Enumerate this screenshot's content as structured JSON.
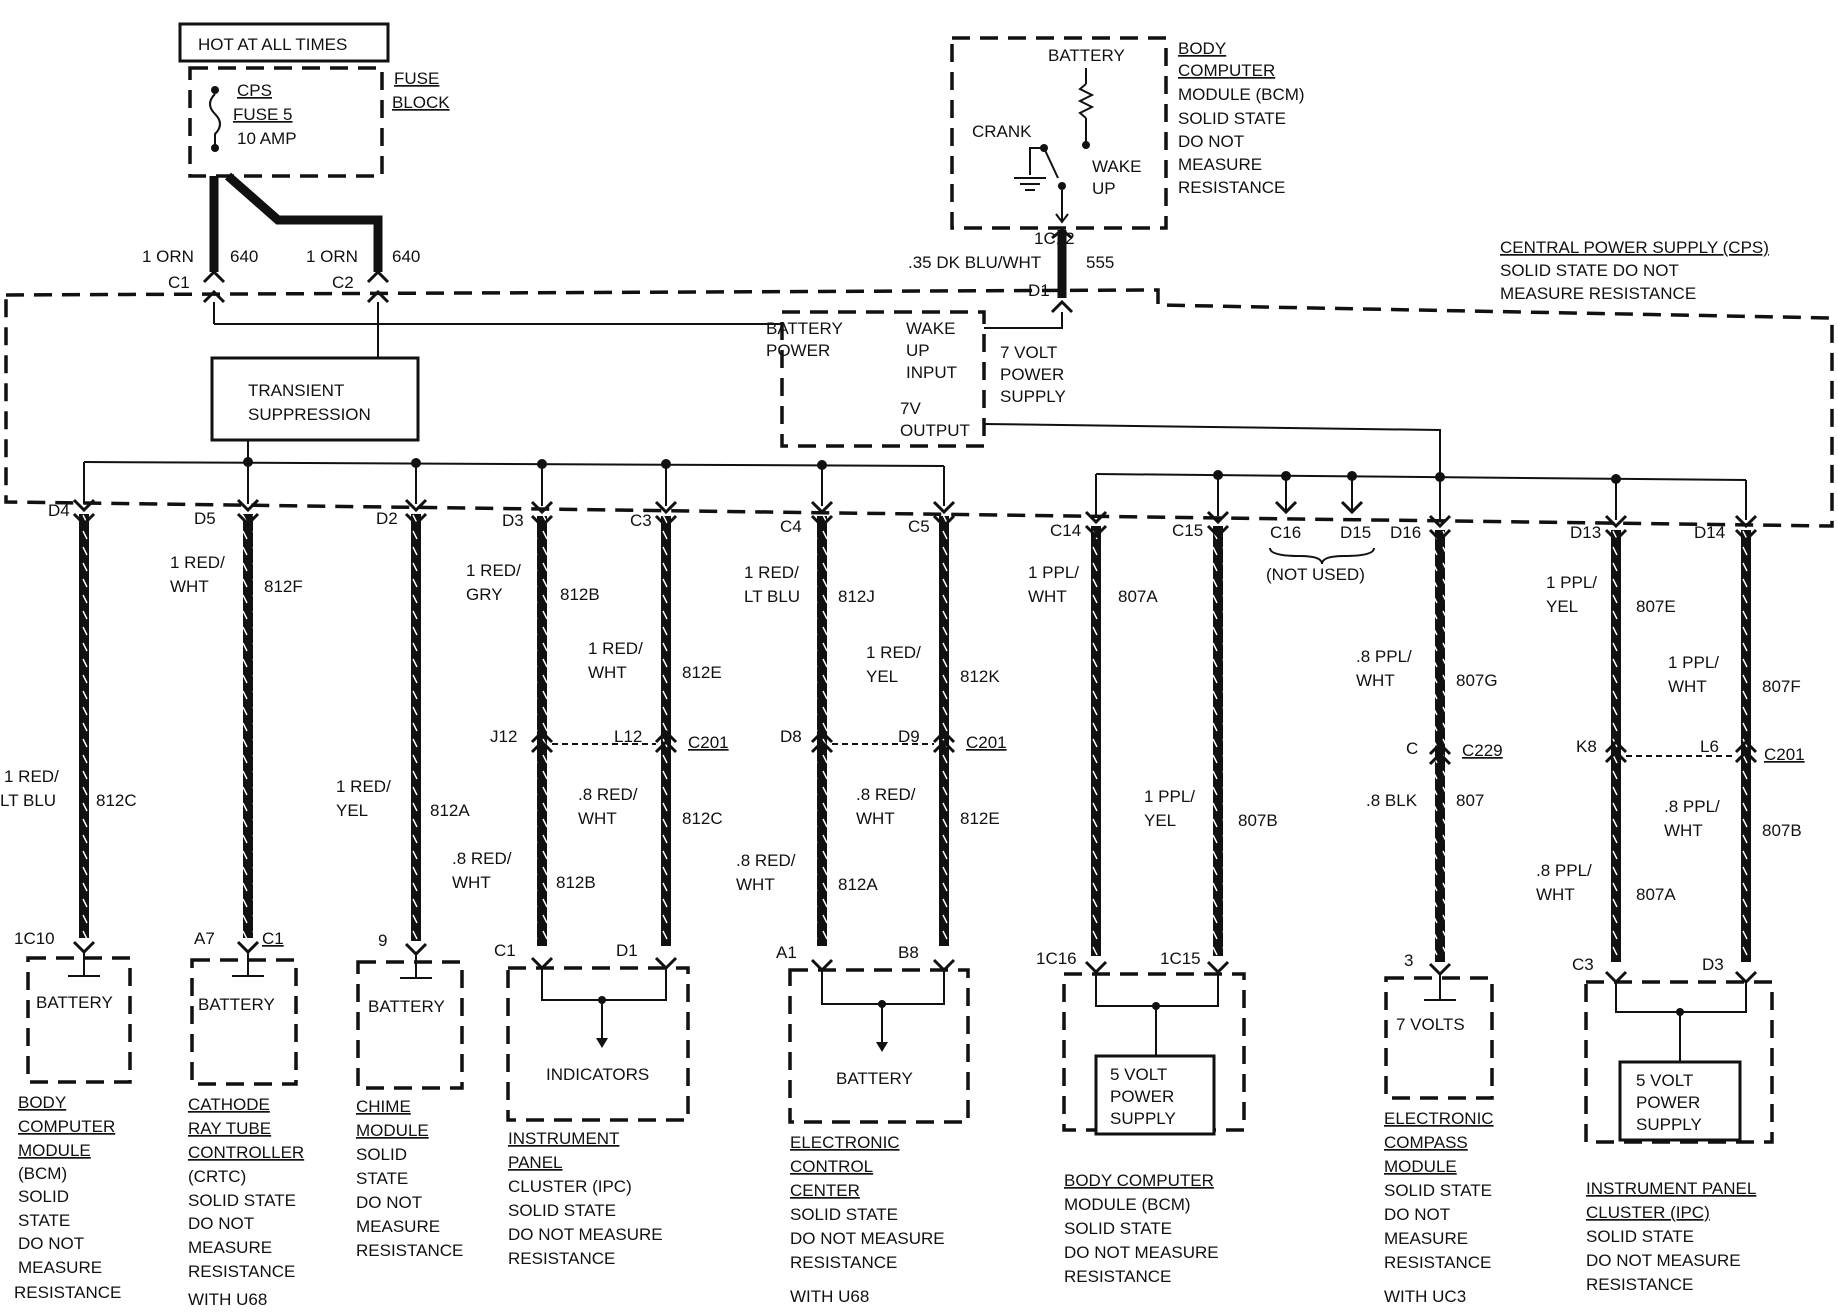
{
  "hot_label": "HOT AT ALL TIMES",
  "fuse": {
    "name_line1": "CPS",
    "name_line2": "FUSE 5",
    "rating": "10 AMP",
    "block_line1": "FUSE",
    "block_line2": "BLOCK"
  },
  "cps_label": [
    "CENTRAL POWER SUPPLY (CPS)",
    "SOLID STATE DO NOT",
    "MEASURE RESISTANCE"
  ],
  "bcm_top": {
    "desc": [
      "BODY",
      "COMPUTER",
      "MODULE (BCM)",
      "SOLID STATE",
      "DO NOT",
      "MEASURE",
      "RESISTANCE"
    ],
    "battery": "BATTERY",
    "crank": "CRANK",
    "wake": "WAKE",
    "up": "UP",
    "conn": "1C12",
    "wire_color": ".35 DK BLU/WHT",
    "circuit": "555",
    "pin": "D1"
  },
  "feeds": [
    {
      "color": "1 ORN",
      "circuit": "640",
      "pin": "C1"
    },
    {
      "color": "1 ORN",
      "circuit": "640",
      "pin": "C2"
    }
  ],
  "transient": [
    "TRANSIENT",
    "SUPPRESSION"
  ],
  "supply_box": {
    "battery": [
      "BATTERY",
      "POWER"
    ],
    "wake": [
      "WAKE",
      "UP",
      "INPUT"
    ],
    "output": [
      "7V",
      "OUTPUT"
    ],
    "seven_volt": [
      "7 VOLT",
      "POWER",
      "SUPPLY"
    ]
  },
  "not_used": {
    "pin1": "C16",
    "pin2": "D15",
    "label": "(NOT USED)"
  },
  "branches": [
    {
      "pin": "D4",
      "color": [
        "1 RED/",
        "LT BLU"
      ],
      "circuit": "812C",
      "end_pin": "1C10",
      "comp": "BATTERY",
      "desc": [
        "BODY",
        "COMPUTER",
        "MODULE",
        "(BCM)",
        "SOLID",
        "STATE",
        "DO NOT",
        "MEASURE",
        "RESISTANCE"
      ]
    },
    {
      "pin": "D5",
      "color": [
        "1 RED/",
        "WHT"
      ],
      "circuit": "812F",
      "end_pin": "A7",
      "end_pin2": "C1",
      "comp": "BATTERY",
      "desc": [
        "CATHODE",
        "RAY TUBE",
        "CONTROLLER",
        "(CRTC)",
        "SOLID STATE",
        "DO NOT",
        "MEASURE",
        "RESISTANCE"
      ],
      "note": "WITH U68"
    },
    {
      "pin": "D2",
      "color": [
        "1 RED/",
        "YEL"
      ],
      "circuit": "812A",
      "end_pin": "9",
      "comp": "BATTERY",
      "desc": [
        "CHIME",
        "MODULE",
        "SOLID",
        "STATE",
        "DO NOT",
        "MEASURE",
        "RESISTANCE"
      ]
    }
  ],
  "ipc": {
    "pin_a": "D3",
    "color_a": [
      "1 RED/",
      "GRY"
    ],
    "circuit_a": "812B",
    "pin_b": "C3",
    "color_b": [
      "1 RED/",
      "WHT"
    ],
    "circuit_b": "812E",
    "splice_a": "J12",
    "splice_b": "L12",
    "conn": "C201",
    "color_a2": [
      ".8 RED/",
      "WHT"
    ],
    "circuit_a2": "812B",
    "color_b2": [
      ".8 RED/",
      "WHT"
    ],
    "circuit_b2": "812C",
    "end_a": "C1",
    "end_b": "D1",
    "comp": "INDICATORS",
    "desc": [
      "INSTRUMENT",
      "PANEL",
      "CLUSTER (IPC)",
      "SOLID STATE",
      "DO NOT MEASURE",
      "RESISTANCE"
    ]
  },
  "ecc": {
    "pin_a": "C4",
    "color_a": [
      "1 RED/",
      "LT BLU"
    ],
    "circuit_a": "812J",
    "pin_b": "C5",
    "color_b": [
      "1 RED/",
      "YEL"
    ],
    "circuit_b": "812K",
    "splice_a": "D8",
    "splice_b": "D9",
    "conn": "C201",
    "color_a2": [
      ".8 RED/",
      "WHT"
    ],
    "circuit_a2": "812A",
    "color_b2": [
      ".8 RED/",
      "WHT"
    ],
    "circuit_b2": "812E",
    "end_a": "A1",
    "end_b": "B8",
    "comp": "BATTERY",
    "desc": [
      "ELECTRONIC",
      "CONTROL",
      "CENTER",
      "SOLID STATE",
      "DO NOT MEASURE",
      "RESISTANCE"
    ],
    "note": "WITH U68"
  },
  "bcm2": {
    "pin_a": "C14",
    "color_a": [
      "1 PPL/",
      "WHT"
    ],
    "circuit_a": "807A",
    "pin_b": "C15",
    "color_b": [
      "1 PPL/",
      "YEL"
    ],
    "circuit_b": "807B",
    "end_a": "1C16",
    "end_b": "1C15",
    "comp": [
      "5 VOLT",
      "POWER",
      "SUPPLY"
    ],
    "desc": [
      "BODY COMPUTER",
      "MODULE (BCM)",
      "SOLID STATE",
      "DO NOT MEASURE",
      "RESISTANCE"
    ]
  },
  "compass": {
    "pin": "D16",
    "color": [
      ".8 PPL/",
      "WHT"
    ],
    "circuit": "807G",
    "splice": "C",
    "conn": "C229",
    "color2": ".8 BLK",
    "circuit2": "807",
    "end_pin": "3",
    "comp": "7 VOLTS",
    "desc": [
      "ELECTRONIC",
      "COMPASS",
      "MODULE",
      "SOLID STATE",
      "DO NOT",
      "MEASURE",
      "RESISTANCE"
    ],
    "note": "WITH UC3"
  },
  "ipc2": {
    "pin_a": "D13",
    "color_a": [
      "1 PPL/",
      "YEL"
    ],
    "circuit_a": "807E",
    "pin_b": "D14",
    "color_b": [
      "1 PPL/",
      "WHT"
    ],
    "circuit_b": "807F",
    "splice_a": "K8",
    "splice_b": "L6",
    "conn": "C201",
    "color_a2": [
      ".8 PPL/",
      "WHT"
    ],
    "circuit_a2": "807A",
    "color_b2": [
      ".8 PPL/",
      "WHT"
    ],
    "circuit_b2": "807B",
    "end_a": "C3",
    "end_b": "D3",
    "comp": [
      "5 VOLT",
      "POWER",
      "SUPPLY"
    ],
    "desc": [
      "INSTRUMENT PANEL",
      "CLUSTER (IPC)",
      "SOLID STATE",
      "DO NOT MEASURE",
      "RESISTANCE"
    ]
  }
}
